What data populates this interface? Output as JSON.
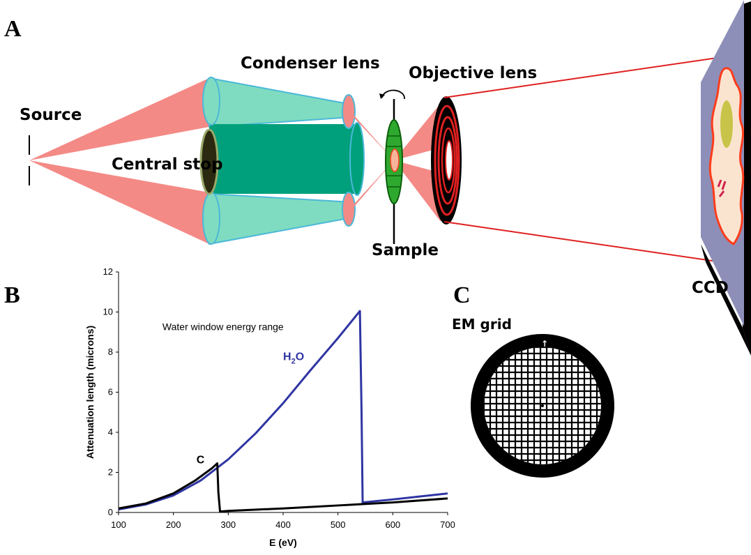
{
  "panels": {
    "A": {
      "letter": "A",
      "labels": {
        "source": "Source",
        "condenser": "Condenser lens",
        "central_stop": "Central stop",
        "objective": "Objective lens",
        "sample": "Sample",
        "ccd": "CCD"
      }
    },
    "B": {
      "letter": "B"
    },
    "C": {
      "letter": "C",
      "title": "EM grid"
    }
  },
  "colors": {
    "beam": "#f48a86",
    "condenser_outer": "#7fdcc0",
    "condenser_inner": "#00a07c",
    "condenser_edge": "#4bb8d8",
    "ccd_face": "#8d8fb8",
    "specimen_outline": "#ff3c1c",
    "specimen_fill": "#fbe4cf",
    "specimen_core": "#c8c44a",
    "h2o_line": "#2f35a2",
    "c_line": "#000000",
    "red_ray": "#e02020"
  },
  "chart_data": {
    "type": "line",
    "title": "",
    "xlabel": "E (eV)",
    "ylabel": "Attenuation length (microns)",
    "xlim": [
      100,
      700
    ],
    "ylim": [
      0,
      12
    ],
    "x_ticks": [
      100,
      200,
      300,
      400,
      500,
      600,
      700
    ],
    "y_ticks": [
      0,
      2,
      4,
      6,
      8,
      10,
      12
    ],
    "annotation": "Water window energy range",
    "series": [
      {
        "name": "H2O",
        "label_main": "H",
        "label_sub": "2",
        "label_end": "O",
        "color": "#2f35a2",
        "x": [
          100,
          150,
          200,
          250,
          300,
          350,
          400,
          450,
          500,
          540,
          543,
          545,
          600,
          650,
          700
        ],
        "y": [
          0.15,
          0.4,
          0.85,
          1.6,
          2.65,
          3.95,
          5.45,
          7.1,
          8.7,
          10.05,
          5.0,
          0.5,
          0.65,
          0.8,
          0.95
        ]
      },
      {
        "name": "C",
        "label_main": "C",
        "color": "#000000",
        "x": [
          100,
          150,
          200,
          240,
          270,
          280,
          282,
          285,
          300,
          400,
          500,
          600,
          700
        ],
        "y": [
          0.2,
          0.45,
          0.95,
          1.6,
          2.2,
          2.45,
          1.0,
          0.05,
          0.08,
          0.2,
          0.35,
          0.5,
          0.7
        ]
      }
    ]
  }
}
